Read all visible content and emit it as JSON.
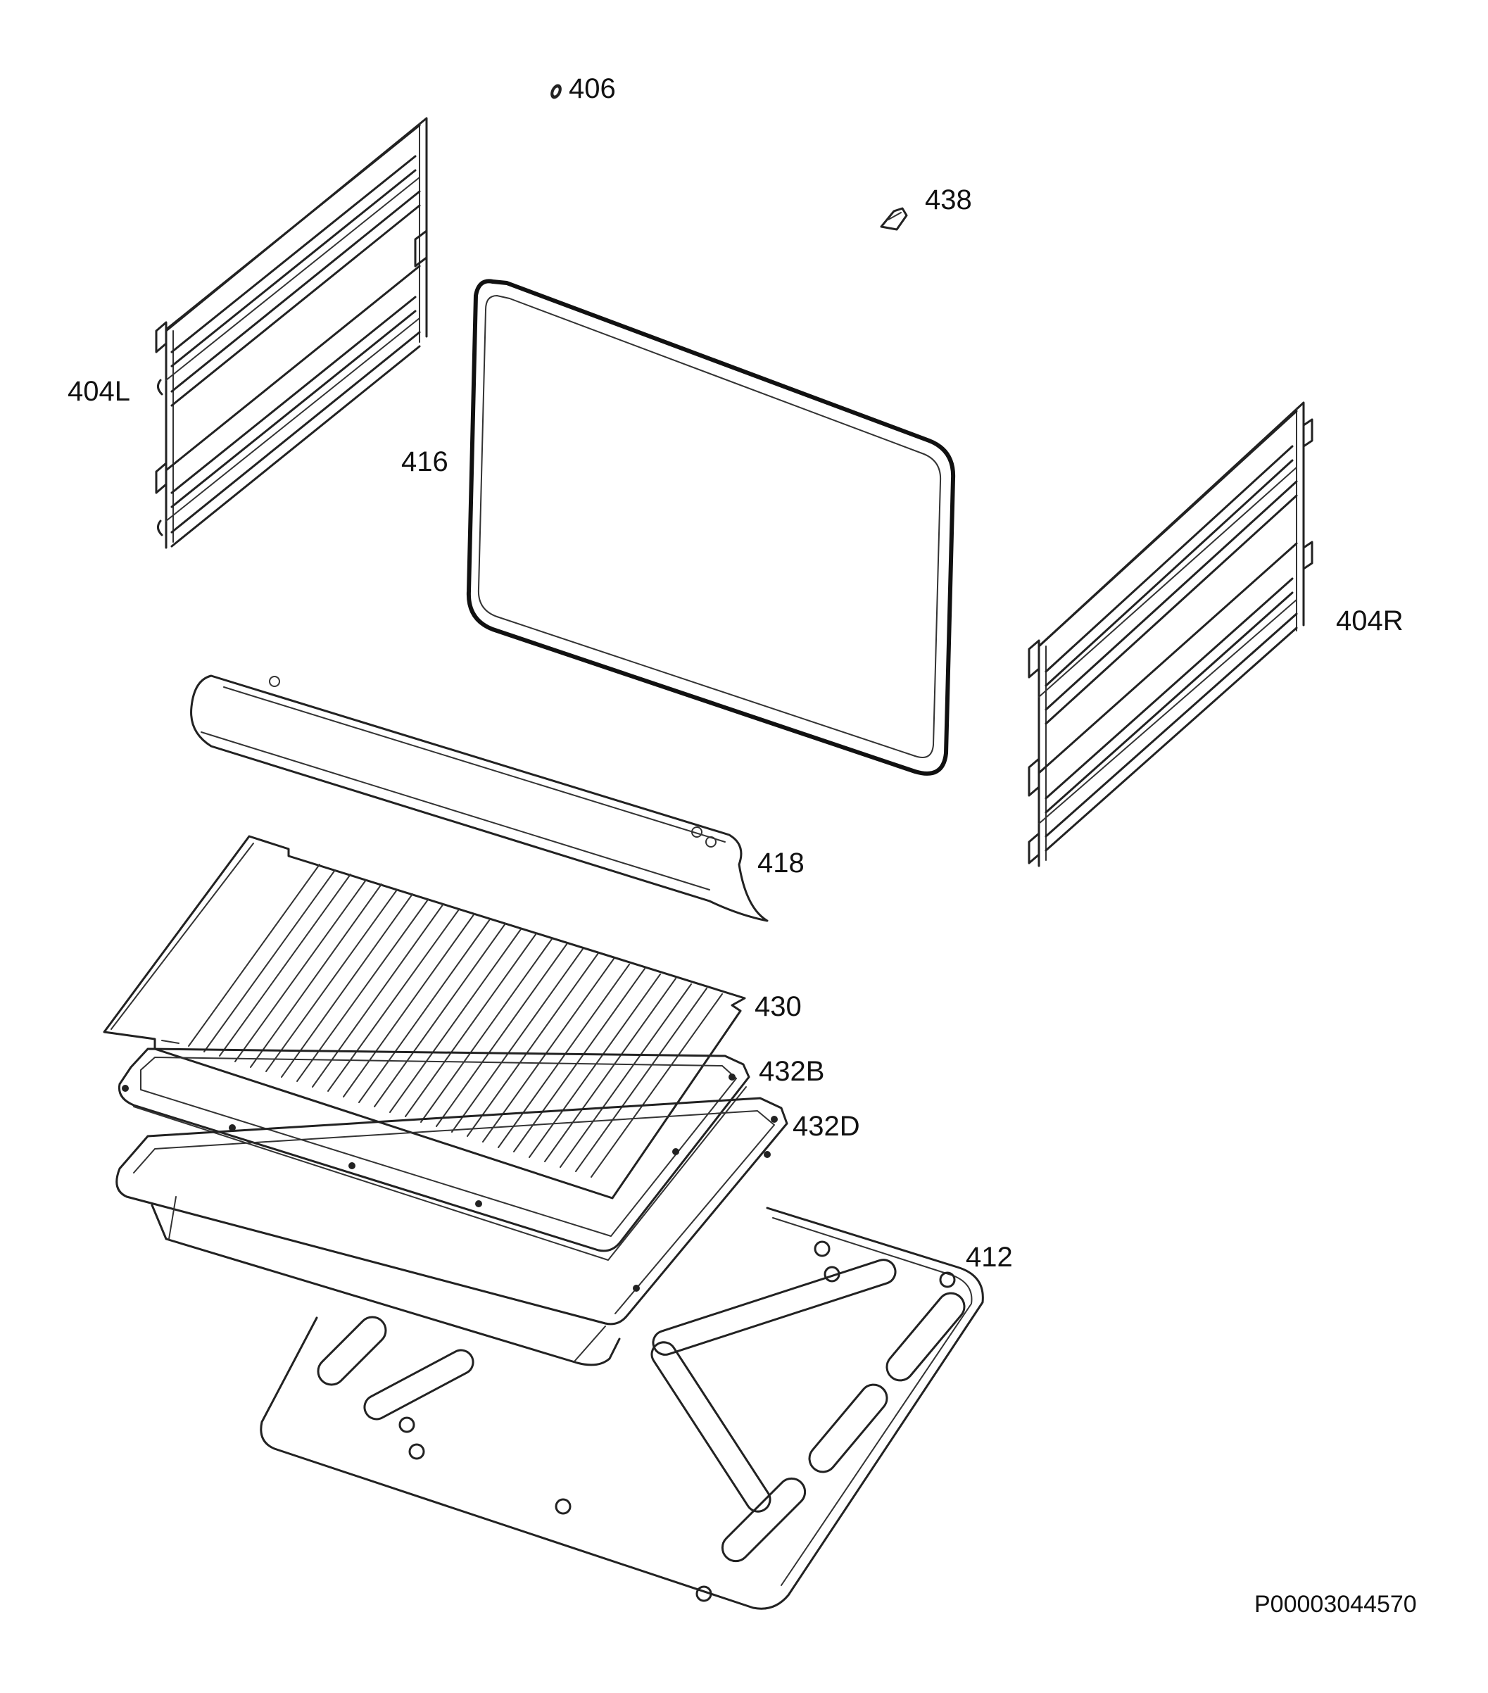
{
  "diagram": {
    "parts": [
      {
        "id": "404L",
        "label": "404L"
      },
      {
        "id": "404R",
        "label": "404R"
      },
      {
        "id": "406",
        "label": "406"
      },
      {
        "id": "412",
        "label": "412"
      },
      {
        "id": "416",
        "label": "416"
      },
      {
        "id": "418",
        "label": "418"
      },
      {
        "id": "430",
        "label": "430"
      },
      {
        "id": "432B",
        "label": "432B"
      },
      {
        "id": "432D",
        "label": "432D"
      },
      {
        "id": "438",
        "label": "438"
      }
    ],
    "document_id": "P00003044570"
  },
  "colors": {
    "line": "#222222",
    "background": "#ffffff"
  }
}
